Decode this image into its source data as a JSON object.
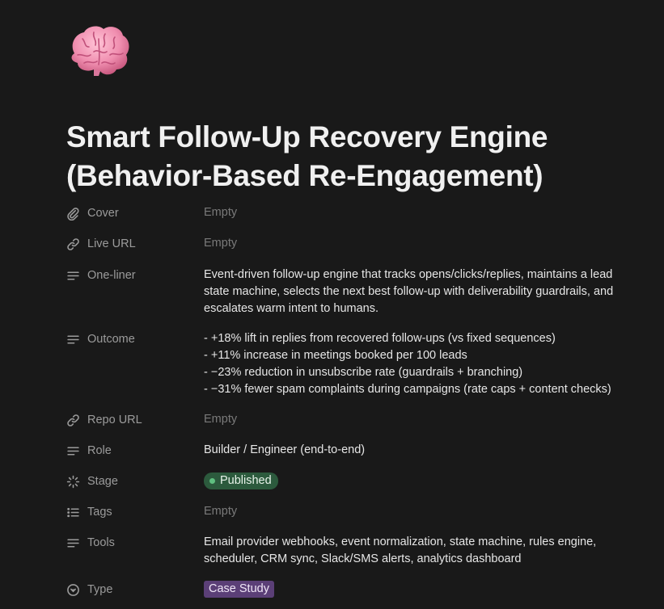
{
  "page": {
    "icon": "brain-icon",
    "title": "Smart Follow-Up Recovery Engine (Behavior-Based Re-Engagement)"
  },
  "properties": {
    "cover": {
      "label": "Cover",
      "value": "Empty"
    },
    "live_url": {
      "label": "Live URL",
      "value": "Empty"
    },
    "one_liner": {
      "label": "One-liner",
      "lines": [
        "Event-driven follow-up engine that tracks opens/clicks/replies, maintains a lead",
        "state machine, selects the next best follow-up with deliverability guardrails, and",
        "escalates warm intent to humans."
      ]
    },
    "outcome": {
      "label": "Outcome",
      "lines": [
        "- +18% lift in replies from recovered follow-ups (vs fixed sequences)",
        "- +11% increase in meetings booked per 100 leads",
        "- −23% reduction in unsubscribe rate (guardrails + branching)",
        "- −31% fewer spam complaints during campaigns (rate caps + content checks)"
      ]
    },
    "repo_url": {
      "label": "Repo URL",
      "value": "Empty"
    },
    "role": {
      "label": "Role",
      "value": "Builder / Engineer (end-to-end)"
    },
    "stage": {
      "label": "Stage",
      "value": "Published",
      "badge_color": "#2c5a3d",
      "dot_color": "#5fbf80"
    },
    "tags": {
      "label": "Tags",
      "value": "Empty"
    },
    "tools": {
      "label": "Tools",
      "lines": [
        "Email provider webhooks, event normalization, state machine, rules engine,",
        "scheduler, CRM sync, Slack/SMS alerts, analytics dashboard"
      ]
    },
    "type": {
      "label": "Type",
      "value": "Case Study",
      "badge_color": "#5b3f77"
    }
  }
}
